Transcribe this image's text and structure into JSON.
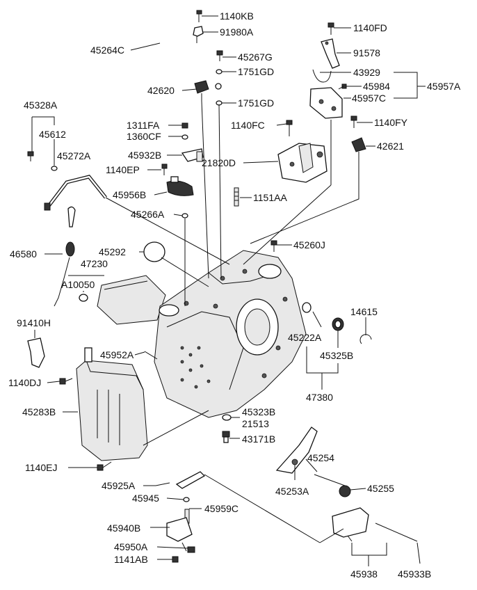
{
  "labels": [
    {
      "id": "1140KB",
      "text": "1140KB"
    },
    {
      "id": "91980A",
      "text": "91980A"
    },
    {
      "id": "1140FD",
      "text": "1140FD"
    },
    {
      "id": "45264C",
      "text": "45264C"
    },
    {
      "id": "45267G",
      "text": "45267G"
    },
    {
      "id": "91578",
      "text": "91578"
    },
    {
      "id": "1751GD_a",
      "text": "1751GD"
    },
    {
      "id": "43929",
      "text": "43929"
    },
    {
      "id": "42620",
      "text": "42620"
    },
    {
      "id": "45984",
      "text": "45984"
    },
    {
      "id": "45957A",
      "text": "45957A"
    },
    {
      "id": "45957C",
      "text": "45957C"
    },
    {
      "id": "1751GD_b",
      "text": "1751GD"
    },
    {
      "id": "45328A",
      "text": "45328A"
    },
    {
      "id": "1311FA",
      "text": "1311FA"
    },
    {
      "id": "1140FC",
      "text": "1140FC"
    },
    {
      "id": "1140FY",
      "text": "1140FY"
    },
    {
      "id": "45612",
      "text": "45612"
    },
    {
      "id": "1360CF",
      "text": "1360CF"
    },
    {
      "id": "42621",
      "text": "42621"
    },
    {
      "id": "45272A",
      "text": "45272A"
    },
    {
      "id": "45932B",
      "text": "45932B"
    },
    {
      "id": "21820D",
      "text": "21820D"
    },
    {
      "id": "1140EP",
      "text": "1140EP"
    },
    {
      "id": "45956B",
      "text": "45956B"
    },
    {
      "id": "1151AA",
      "text": "1151AA"
    },
    {
      "id": "45266A",
      "text": "45266A"
    },
    {
      "id": "45292",
      "text": "45292"
    },
    {
      "id": "46580",
      "text": "46580"
    },
    {
      "id": "45260J",
      "text": "45260J"
    },
    {
      "id": "47230",
      "text": "47230"
    },
    {
      "id": "A10050",
      "text": "A10050"
    },
    {
      "id": "14615",
      "text": "14615"
    },
    {
      "id": "45222A",
      "text": "45222A"
    },
    {
      "id": "91410H",
      "text": "91410H"
    },
    {
      "id": "45325B",
      "text": "45325B"
    },
    {
      "id": "45952A",
      "text": "45952A"
    },
    {
      "id": "1140DJ",
      "text": "1140DJ"
    },
    {
      "id": "47380",
      "text": "47380"
    },
    {
      "id": "45283B",
      "text": "45283B"
    },
    {
      "id": "45323B",
      "text": "45323B"
    },
    {
      "id": "21513",
      "text": "21513"
    },
    {
      "id": "43171B",
      "text": "43171B"
    },
    {
      "id": "45254",
      "text": "45254"
    },
    {
      "id": "1140EJ",
      "text": "1140EJ"
    },
    {
      "id": "45253A",
      "text": "45253A"
    },
    {
      "id": "45925A",
      "text": "45925A"
    },
    {
      "id": "45255",
      "text": "45255"
    },
    {
      "id": "45945",
      "text": "45945"
    },
    {
      "id": "45959C",
      "text": "45959C"
    },
    {
      "id": "45940B",
      "text": "45940B"
    },
    {
      "id": "45950A",
      "text": "45950A"
    },
    {
      "id": "1141AB",
      "text": "1141AB"
    },
    {
      "id": "45938",
      "text": "45938"
    },
    {
      "id": "45933B",
      "text": "45933B"
    }
  ]
}
